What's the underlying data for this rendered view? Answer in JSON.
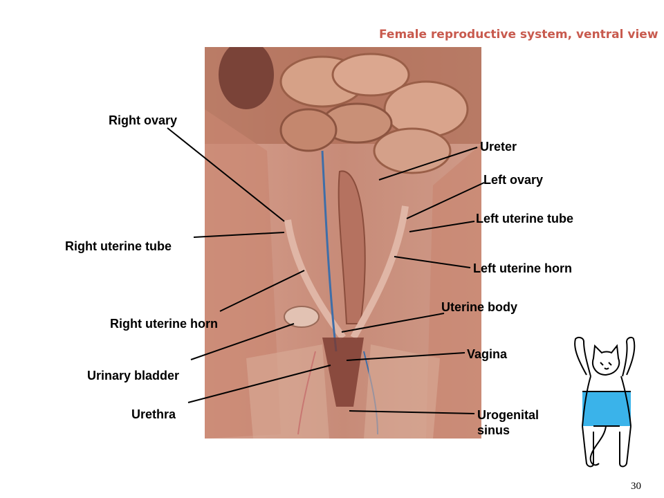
{
  "slide": {
    "title": "Female reproductive system, ventral view",
    "page_number": "30"
  },
  "colors": {
    "title": "#c85a4e",
    "tissue": "#c78f7e",
    "highlight": "#3ab3ea"
  },
  "labels": {
    "right_ovary": "Right ovary",
    "ureter": "Ureter",
    "left_ovary": "Left ovary",
    "left_uterine_tube": "Left uterine tube",
    "right_uterine_tube": "Right uterine tube",
    "left_uterine_horn": "Left uterine horn",
    "uterine_body": "Uterine body",
    "right_uterine_horn": "Right uterine horn",
    "vagina": "Vagina",
    "urinary_bladder": "Urinary bladder",
    "urethra": "Urethra",
    "urogenital_sinus_line1": "Urogenital",
    "urogenital_sinus_line2": "sinus"
  },
  "images": {
    "photo": "dissection-photo",
    "orientation": "cat-orientation-icon"
  }
}
